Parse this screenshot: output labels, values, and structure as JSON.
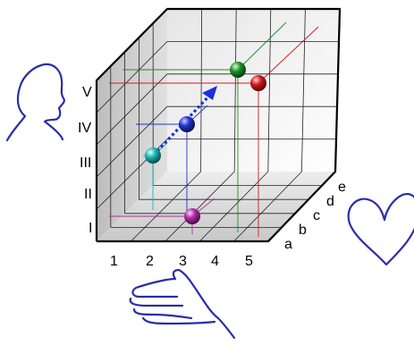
{
  "axes": {
    "x_labels": [
      "1",
      "2",
      "3",
      "4",
      "5"
    ],
    "y_labels": [
      "I",
      "II",
      "III",
      "IV",
      "V"
    ],
    "z_labels": [
      "a",
      "b",
      "c",
      "d",
      "e"
    ]
  },
  "spheres": [
    {
      "name": "cyan",
      "color": "#1bb5b5"
    },
    {
      "name": "blue",
      "color": "#2233cc"
    },
    {
      "name": "green",
      "color": "#1a8f2a"
    },
    {
      "name": "red",
      "color": "#d11b1b"
    },
    {
      "name": "magenta",
      "color": "#b02ca6"
    }
  ],
  "arrow_color": "#1a2fe0",
  "doodle_color": "#2c2ca8",
  "doodles": [
    "head-profile-doodle",
    "heart-doodle",
    "hand-doodle"
  ]
}
